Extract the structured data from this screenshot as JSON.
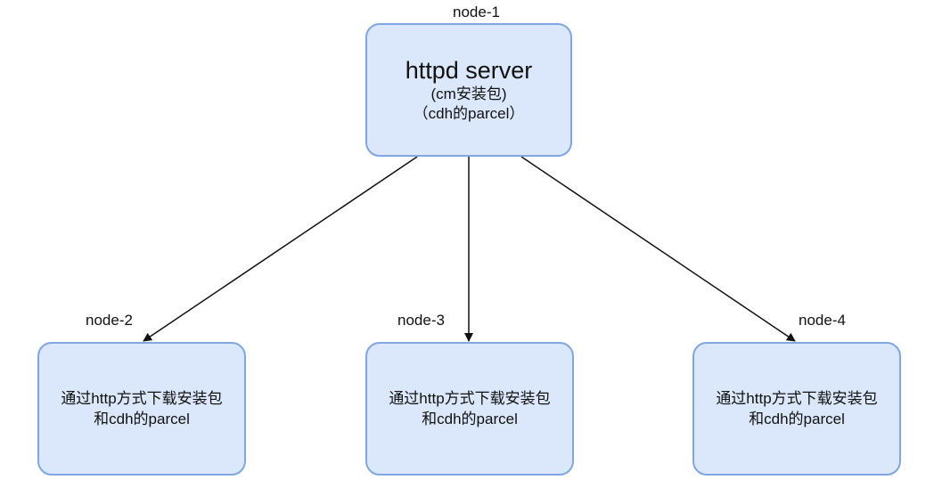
{
  "server_node": {
    "name": "node-1",
    "title": "httpd server",
    "line1": "(cm安装包)",
    "line2": "（cdh的parcel）"
  },
  "client_nodes": [
    {
      "name": "node-2",
      "line1": "通过http方式下载安装包",
      "line2": "和cdh的parcel"
    },
    {
      "name": "node-3",
      "line1": "通过http方式下载安装包",
      "line2": "和cdh的parcel"
    },
    {
      "name": "node-4",
      "line1": "通过http方式下载安装包",
      "line2": "和cdh的parcel"
    }
  ],
  "colors": {
    "box_fill": "#dbe8fb",
    "box_border": "#7fa6e3",
    "edge": "#111111"
  }
}
